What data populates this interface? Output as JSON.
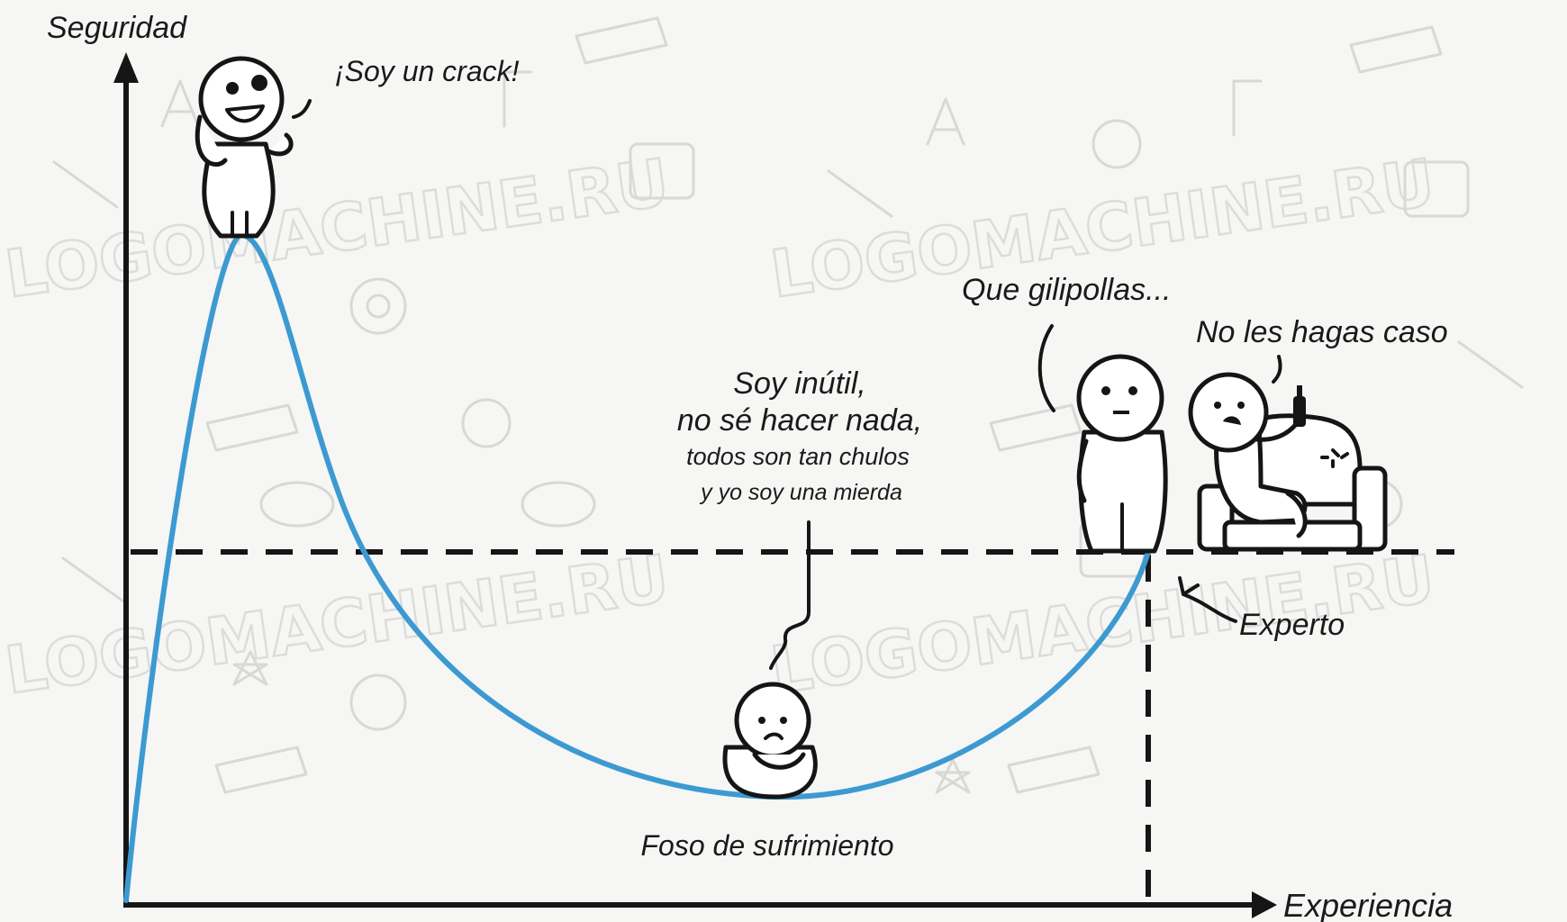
{
  "axes": {
    "y_label": "Seguridad",
    "x_label": "Experiencia"
  },
  "annotations": {
    "peak": "¡Soy un crack!",
    "valley_thought_line1": "Soy inútil,",
    "valley_thought_line2": "no sé hacer nada,",
    "valley_thought_line3": "todos son tan chulos",
    "valley_thought_line4": "y yo soy una mierda",
    "valley_label": "Foso de sufrimiento",
    "standing_speech": "Que gilipollas...",
    "sofa_speech": "No les hagas caso",
    "expert_label": "Experto"
  },
  "watermark": {
    "text_a": "LOGOMACHINE.RU",
    "text_b": "LOGOMACHINE.RU"
  },
  "colors": {
    "curve": "#3d9ad1",
    "ink": "#151515",
    "background": "#f6f6f5"
  }
}
